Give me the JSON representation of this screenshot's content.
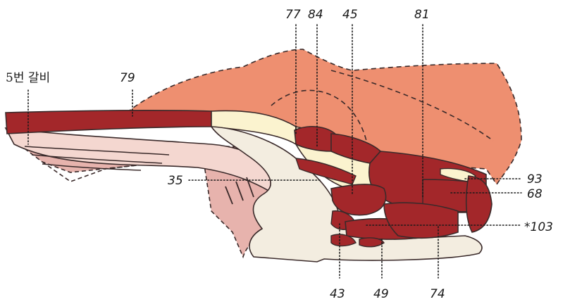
{
  "labels": {
    "rib5": "5번 갈비",
    "n79": "79",
    "n77": "77",
    "n84": "84",
    "n45": "45",
    "n81": "81",
    "n35": "35",
    "n93": "93",
    "n68": "68",
    "n103": "*103",
    "n43": "43",
    "n49": "49",
    "n74": "74"
  },
  "colors": {
    "fat": "#ee8f70",
    "meat": "#a3272a",
    "meat_light": "#c9413c",
    "bone": "#f3ede0",
    "cartilage": "#fbf3cf",
    "pink": "#e7b3ad"
  }
}
